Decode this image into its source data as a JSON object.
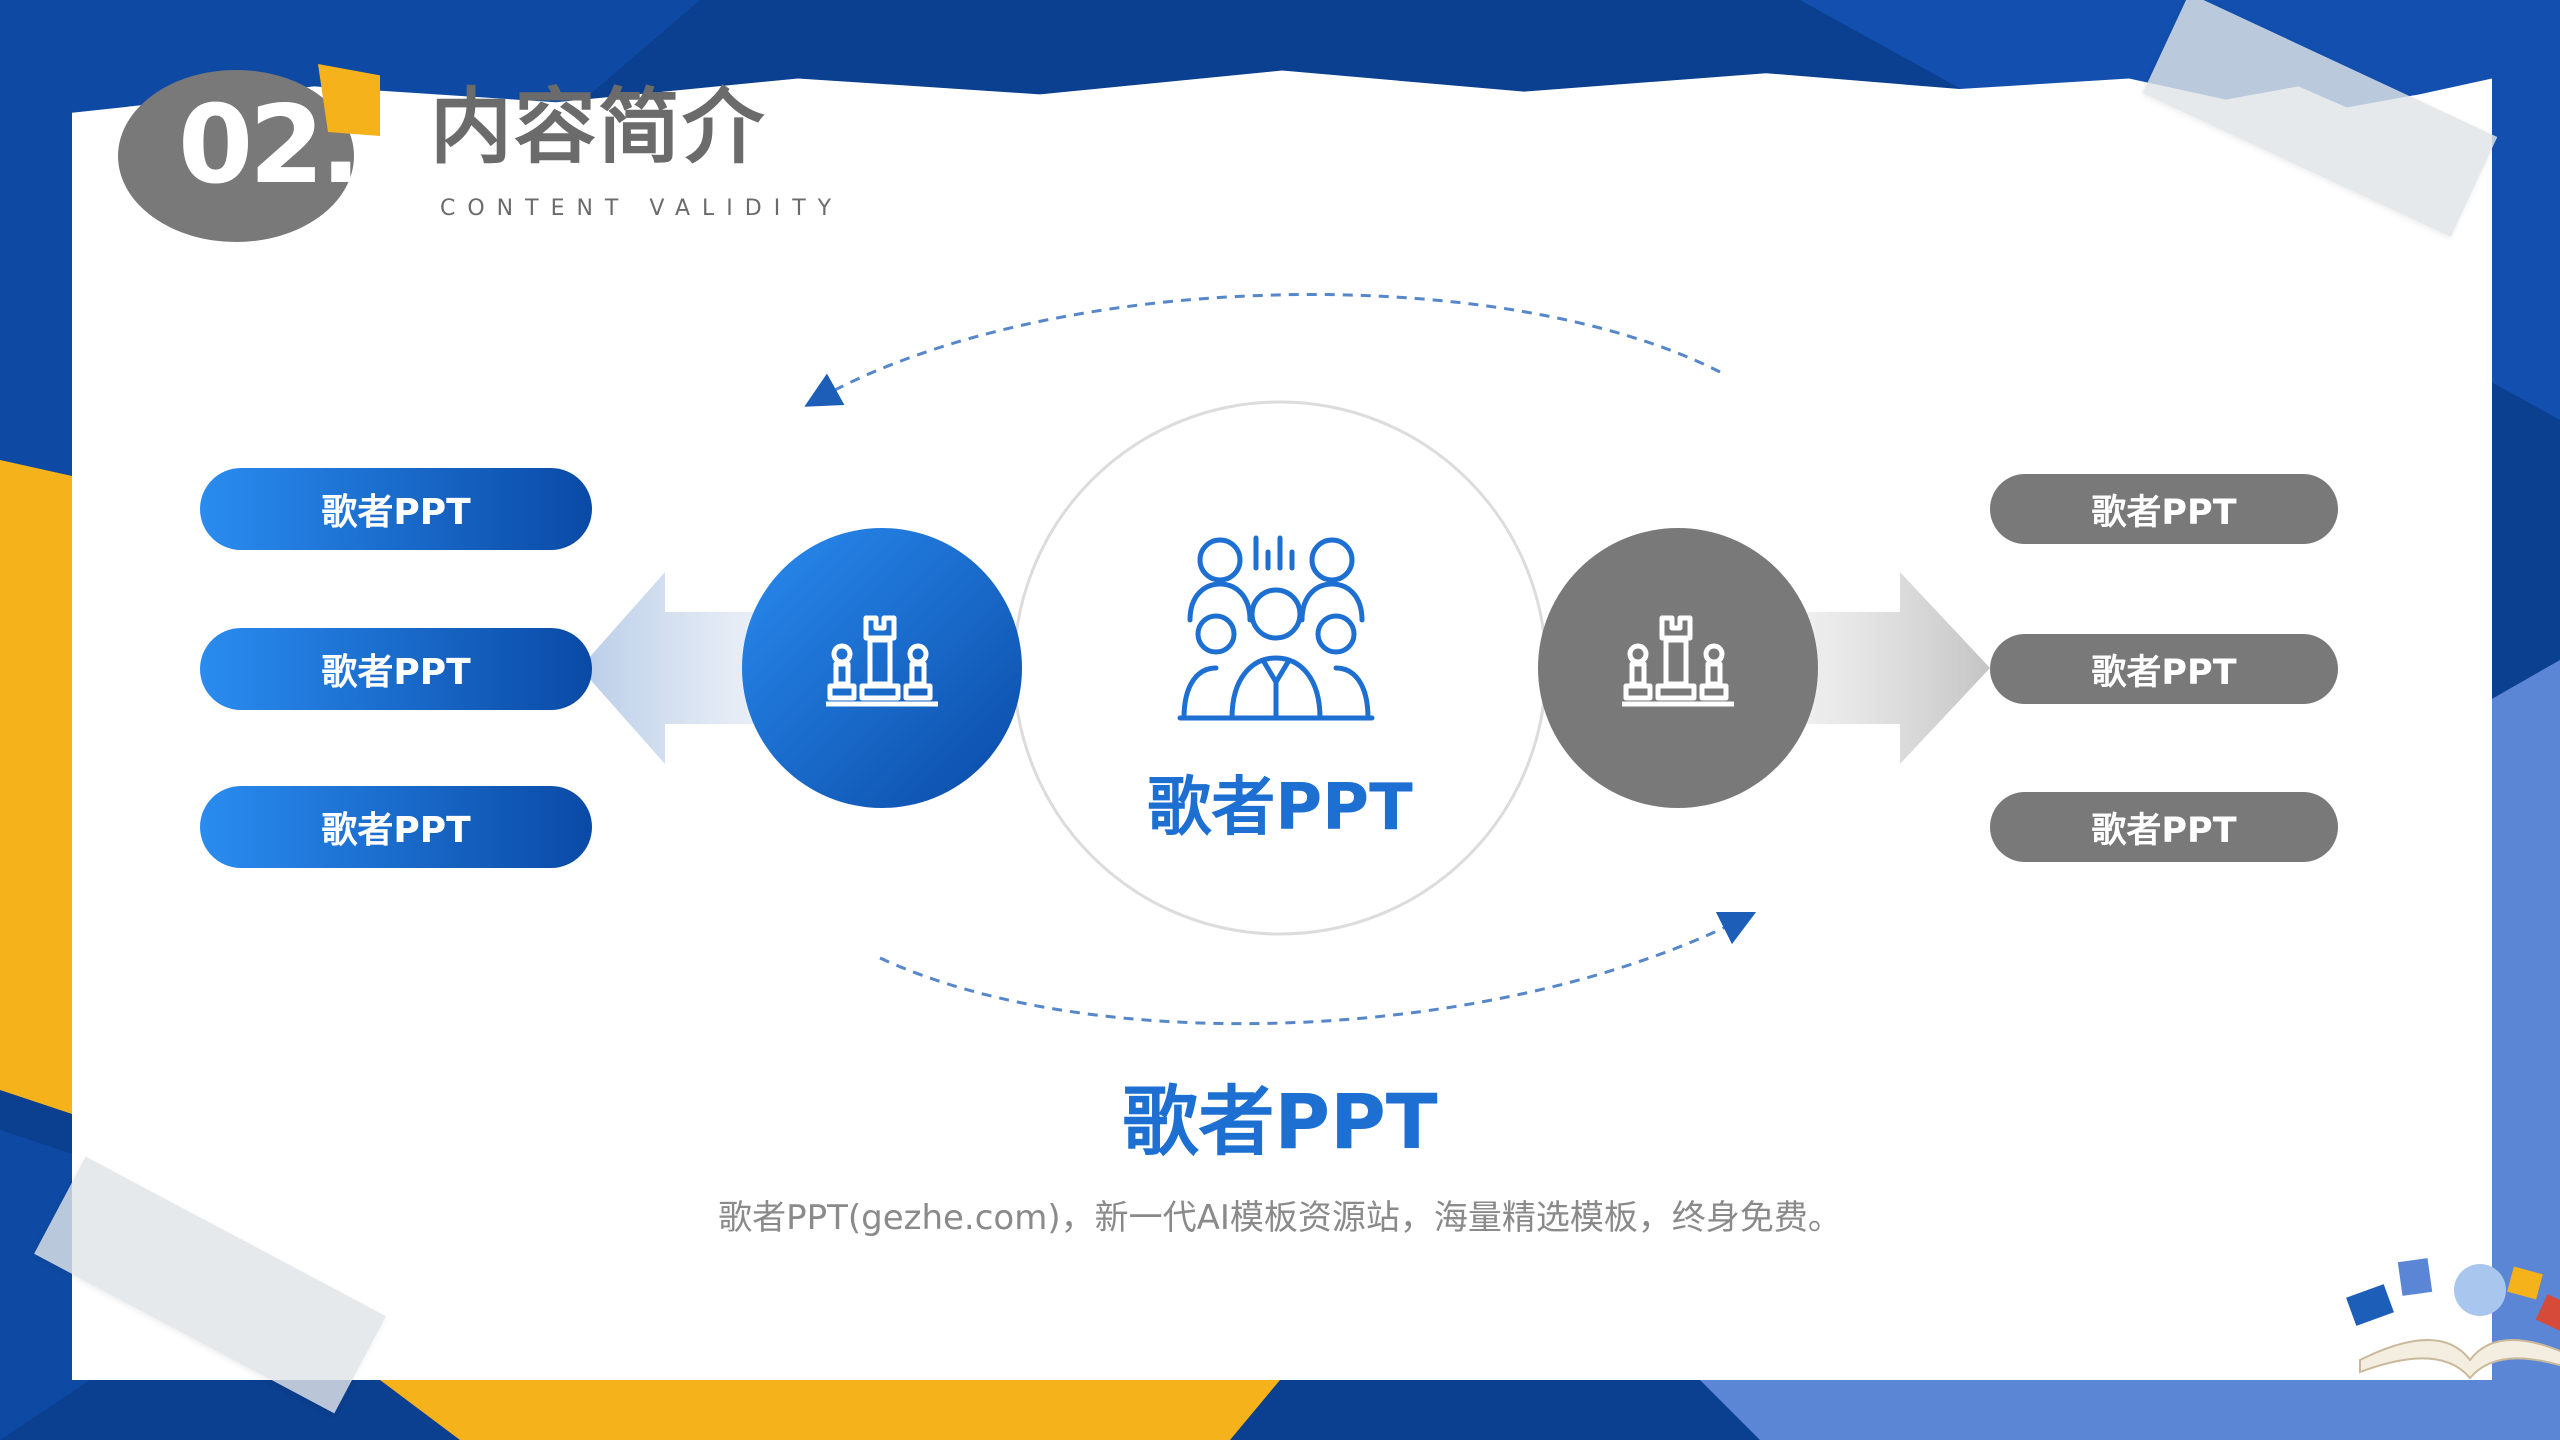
{
  "section": {
    "number": "02.",
    "title": "内容简介",
    "subtitle": "CONTENT VALIDITY"
  },
  "left_items": [
    "歌者PPT",
    "歌者PPT",
    "歌者PPT"
  ],
  "right_items": [
    "歌者PPT",
    "歌者PPT",
    "歌者PPT"
  ],
  "center": {
    "label": "歌者PPT",
    "icon": "team-icon"
  },
  "left_circle": {
    "icon": "chess-icon"
  },
  "right_circle": {
    "icon": "chess-icon"
  },
  "main": {
    "title": "歌者PPT",
    "description": "歌者PPT(gezhe.com)，新一代AI模板资源站，海量精选模板，终身免费。"
  },
  "colors": {
    "primary_blue": "#1d6fd1",
    "dark_blue": "#0b3f8f",
    "accent_yellow": "#f6b21a",
    "gray": "#797979",
    "light_blue": "#5b86d6"
  }
}
